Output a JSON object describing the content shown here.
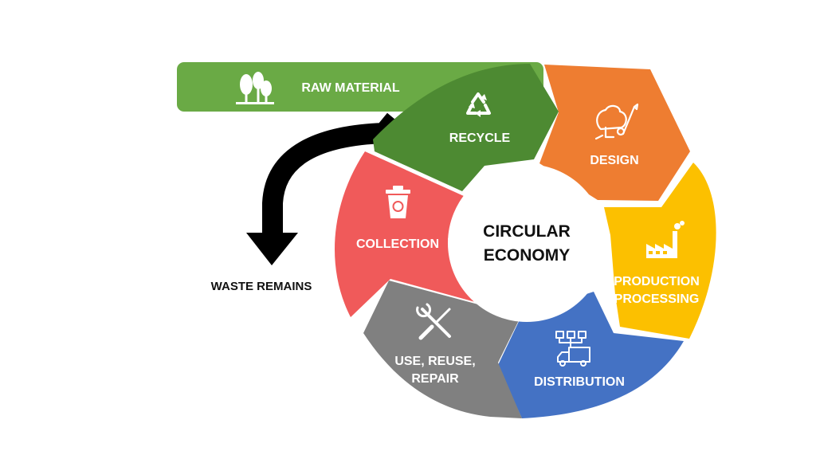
{
  "diagram": {
    "center_line1": "CIRCULAR",
    "center_line2": "ECONOMY",
    "raw_material": "RAW MATERIAL",
    "waste_remains": "WASTE REMAINS",
    "stages": {
      "recycle": "RECYCLE",
      "design": "DESIGN",
      "production_line1": "PRODUCTION",
      "production_line2": "PROCESSING",
      "distribution": "DISTRIBUTION",
      "use_line1": "USE, REUSE,",
      "use_line2": "REPAIR",
      "collection": "COLLECTION"
    }
  },
  "colors": {
    "raw_material": "#6aaa45",
    "recycle": "#4d8a32",
    "design": "#ee7d31",
    "production": "#fcc000",
    "distribution": "#4472c4",
    "use": "#808080",
    "collection": "#f05a5a",
    "arrow": "#000000"
  },
  "icons": {
    "raw_material": "trees-icon",
    "recycle": "recycle-icon",
    "design": "design-brain-icon",
    "production": "factory-icon",
    "distribution": "delivery-truck-icon",
    "use": "tools-icon",
    "collection": "recycle-bin-icon"
  }
}
